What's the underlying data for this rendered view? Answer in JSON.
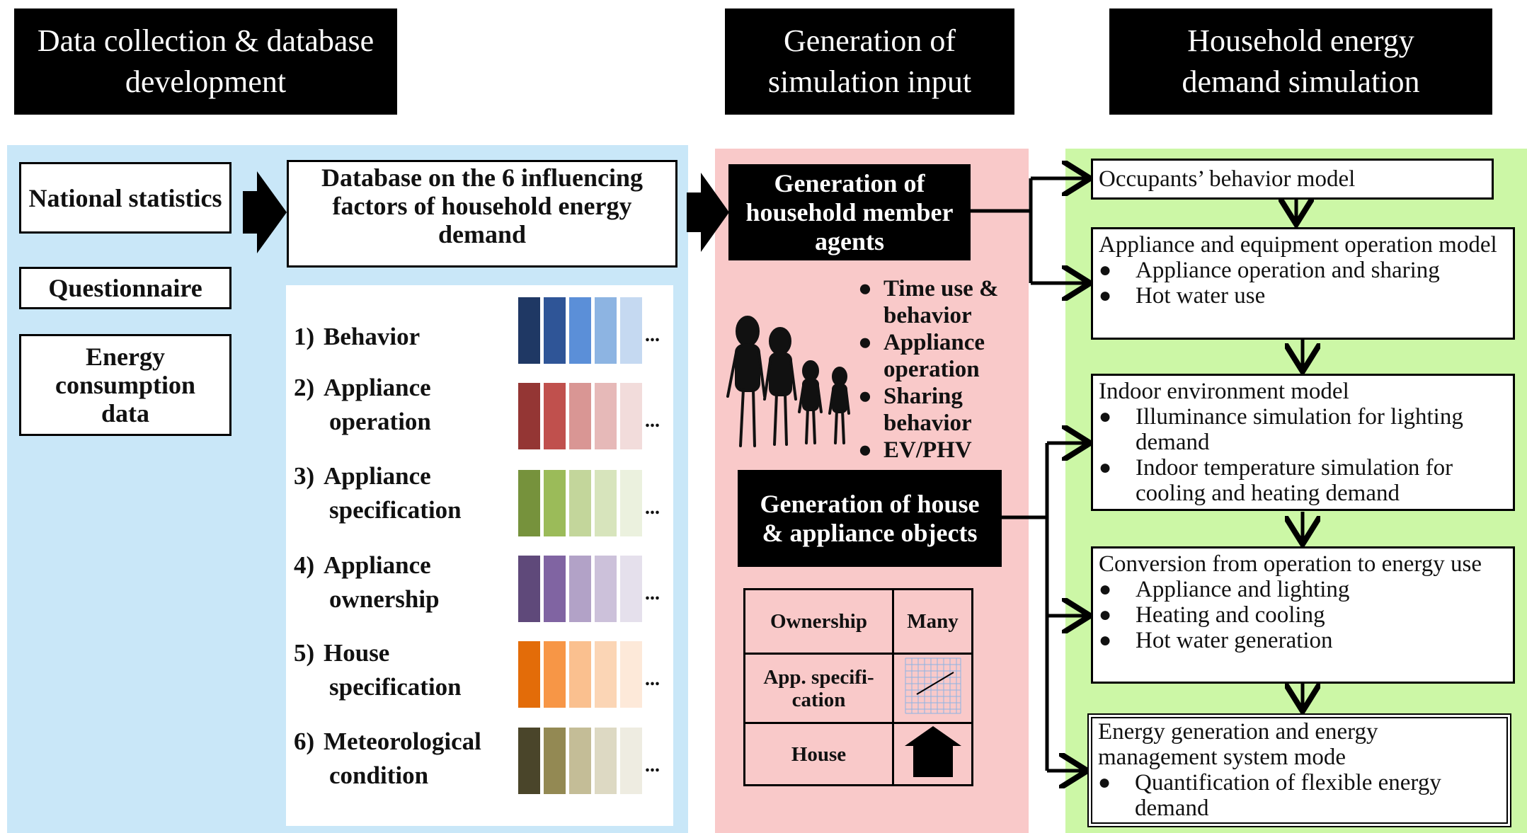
{
  "headers": {
    "col1": "Data collection & database development",
    "col2": "Generation of simulation input",
    "col3": "Household energy demand simulation"
  },
  "sources": [
    "National statistics",
    "Questionnaire",
    "Energy consumption data"
  ],
  "database_title": "Database on the 6 influencing factors of household energy demand",
  "factors": [
    {
      "num": "1)",
      "line1": "Behavior",
      "line2": "",
      "colors": [
        "#1f3864",
        "#2f5597",
        "#5b8fd8",
        "#8db4e2",
        "#c5d9f1"
      ]
    },
    {
      "num": "2)",
      "line1": "Appliance",
      "line2": "operation",
      "colors": [
        "#943634",
        "#c0504d",
        "#d99694",
        "#e6b9b8",
        "#f2dcdb"
      ]
    },
    {
      "num": "3)",
      "line1": "Appliance",
      "line2": "specification",
      "colors": [
        "#76923c",
        "#9bbb59",
        "#c3d69b",
        "#d7e4bc",
        "#ebf1de"
      ]
    },
    {
      "num": "4)",
      "line1": "Appliance",
      "line2": "ownership",
      "colors": [
        "#5f497a",
        "#8064a2",
        "#b2a2c7",
        "#ccc1da",
        "#e5e0ec"
      ]
    },
    {
      "num": "5)",
      "line1": "House",
      "line2": "specification",
      "colors": [
        "#e36c09",
        "#f79646",
        "#fac08f",
        "#fbd5b5",
        "#fde9d9"
      ]
    },
    {
      "num": "6)",
      "line1": "Meteorological",
      "line2": "condition",
      "colors": [
        "#4a452a",
        "#938953",
        "#c4bd97",
        "#ddd9c3",
        "#eeece1"
      ]
    }
  ],
  "ellipsis": "...",
  "gen_agents": "Generation of household member agents",
  "agent_attributes": [
    "Time use & behavior",
    "Appliance operation",
    "Sharing behavior",
    "EV/PHV"
  ],
  "gen_objects": "Generation of house & appliance objects",
  "object_table": {
    "rows": [
      {
        "label": "Ownership",
        "value": "Many"
      },
      {
        "label": "App. specifi-cation",
        "value": "",
        "icon": "graph-icon"
      },
      {
        "label": "House",
        "value": "",
        "icon": "house-icon"
      }
    ]
  },
  "models": [
    {
      "title": "Occupants’ behavior model",
      "items": []
    },
    {
      "title": "Appliance and equipment operation model",
      "items": [
        "Appliance operation and sharing",
        "Hot water use"
      ]
    },
    {
      "title": "Indoor environment model",
      "items": [
        "Illuminance simulation for lighting demand",
        "Indoor temperature simulation for cooling and heating demand"
      ]
    },
    {
      "title": "Conversion from operation to energy use",
      "items": [
        "Appliance and lighting",
        "Heating and cooling",
        "Hot water generation"
      ]
    },
    {
      "title": "Energy generation  and energy management system mode",
      "items": [
        "Quantification of flexible energy demand"
      ]
    }
  ],
  "colors": {
    "panel_blue": "#c9e7f8",
    "panel_pink": "#f9c9c9",
    "panel_green": "#ccf7a6"
  }
}
